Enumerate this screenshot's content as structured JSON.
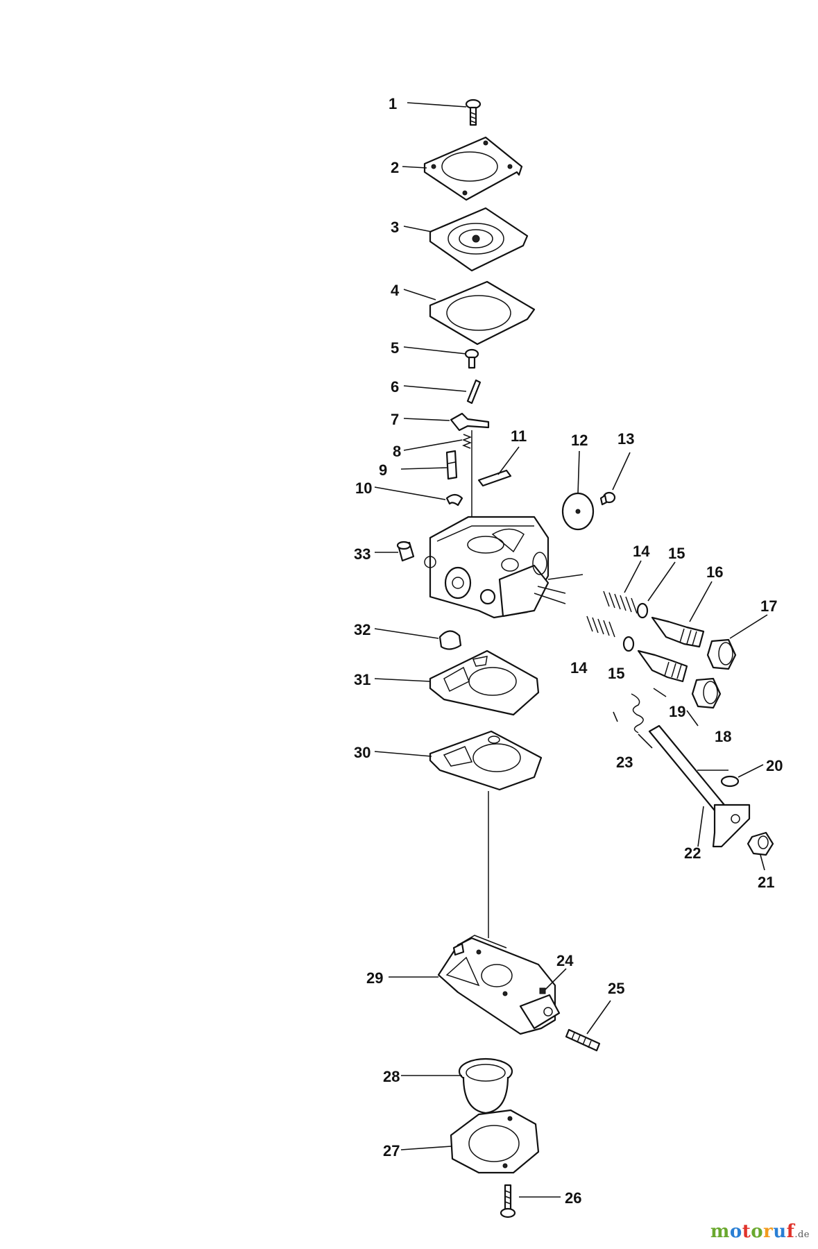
{
  "callouts": [
    "1",
    "2",
    "3",
    "4",
    "5",
    "6",
    "7",
    "8",
    "9",
    "10",
    "11",
    "12",
    "13",
    "14",
    "15",
    "16",
    "17",
    "14",
    "15",
    "19",
    "18",
    "23",
    "20",
    "22",
    "21",
    "33",
    "32",
    "31",
    "30",
    "29",
    "24",
    "25",
    "28",
    "27",
    "26"
  ],
  "watermark": {
    "letters": [
      "m",
      "o",
      "t",
      "o",
      "r",
      "u",
      "f"
    ],
    "letter_colors": [
      "#6aa82e",
      "#2a7fd4",
      "#e0332b",
      "#6aa82e",
      "#f29b1d",
      "#2a7fd4",
      "#e0332b"
    ],
    "suffix": ".de"
  }
}
